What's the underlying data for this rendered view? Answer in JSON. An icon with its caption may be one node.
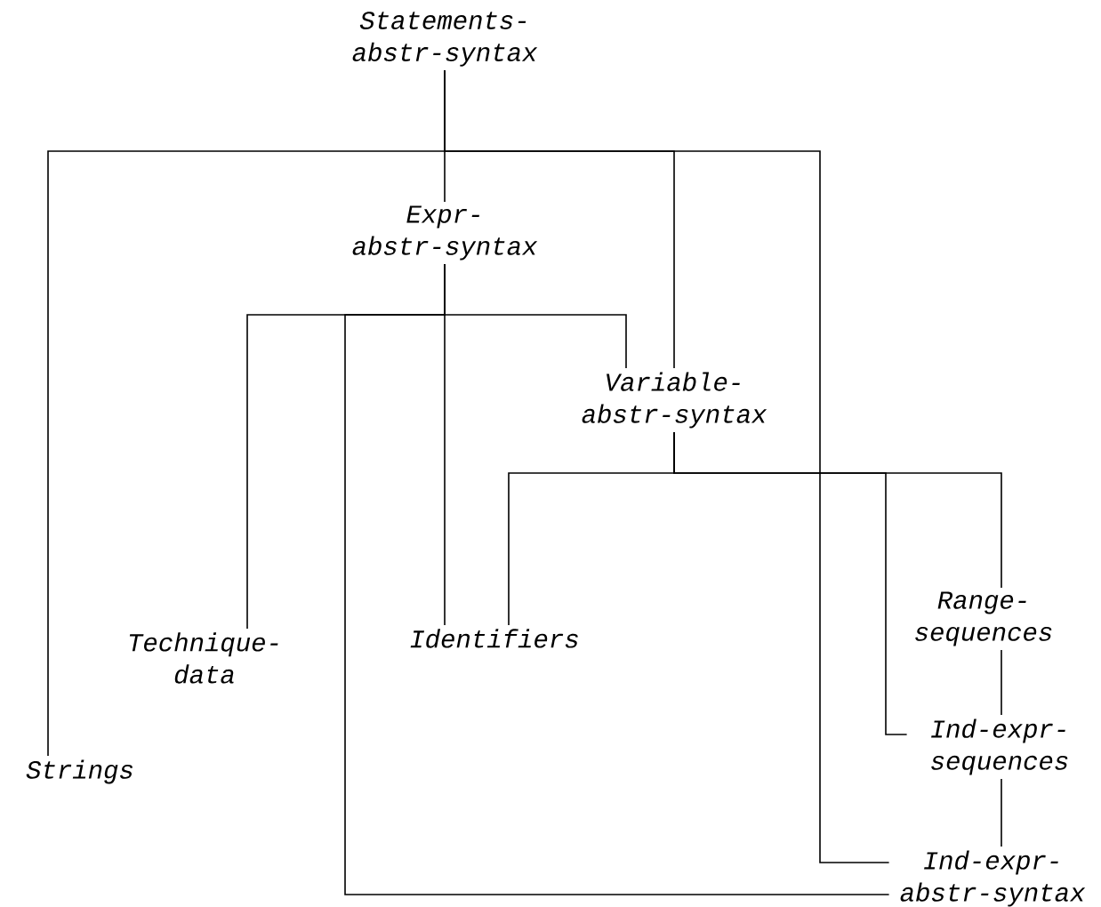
{
  "diagram": {
    "nodes": [
      {
        "text": [
          "Statements- abstr-syntax"
        ]
      },
      {
        "text": [
          "Expr- abstr-syntax"
        ]
      },
      {
        "text": [
          "Variable- abstr-syntax"
        ]
      },
      {
        "text": [
          "Technique- data"
        ]
      },
      {
        "text": [
          "Identifiers"
        ]
      },
      {
        "text": [
          "Range- sequences"
        ]
      },
      {
        "text": [
          "Strings"
        ]
      },
      {
        "text": [
          "Ind-expr- sequences"
        ]
      },
      {
        "text": [
          "Ind-expr- abstr-syntax"
        ]
      }
    ],
    "edges": [
      {
        "from": 0,
        "to": 6,
        "arrow": "none"
      },
      {
        "from": 0,
        "to": 1,
        "arrow": "none"
      },
      {
        "from": 0,
        "to": 2,
        "arrow": "none"
      },
      {
        "from": 0,
        "to": 8,
        "arrow": "none"
      },
      {
        "from": 1,
        "to": 3,
        "arrow": "none"
      },
      {
        "from": 1,
        "to": 8,
        "arrow": "none"
      },
      {
        "from": 1,
        "to": 4,
        "arrow": "none"
      },
      {
        "from": 1,
        "to": 2,
        "arrow": "none"
      },
      {
        "from": 2,
        "to": 4,
        "arrow": "none"
      },
      {
        "from": 2,
        "to": 7,
        "arrow": "none"
      },
      {
        "from": 2,
        "to": 5,
        "arrow": "none"
      },
      {
        "from": 5,
        "to": 7,
        "arrow": "none"
      },
      {
        "from": 7,
        "to": 8,
        "arrow": "none"
      }
    ]
  }
}
